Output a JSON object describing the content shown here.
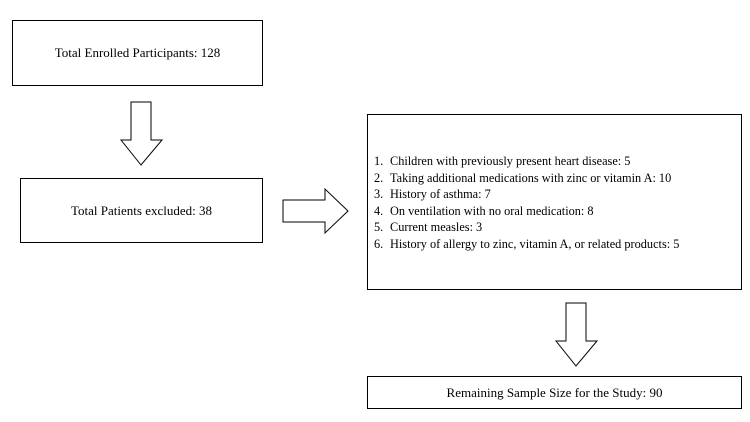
{
  "enrolled": {
    "label": "Total Enrolled Participants: 128"
  },
  "excluded": {
    "label": "Total Patients excluded: 38"
  },
  "exclusion_criteria": [
    {
      "number": "1.",
      "text": "Children with previously present heart disease:  5"
    },
    {
      "number": "2.",
      "text": "Taking additional medications with zinc or vitamin A: 10"
    },
    {
      "number": "3.",
      "text": "History of asthma: 7"
    },
    {
      "number": "4.",
      "text": "On ventilation with no oral medication: 8"
    },
    {
      "number": "5.",
      "text": "Current measles: 3"
    },
    {
      "number": "6.",
      "text": "History of allergy to zinc, vitamin A, or related products: 5"
    }
  ],
  "remaining": {
    "label": "Remaining Sample Size for the Study: 90"
  }
}
